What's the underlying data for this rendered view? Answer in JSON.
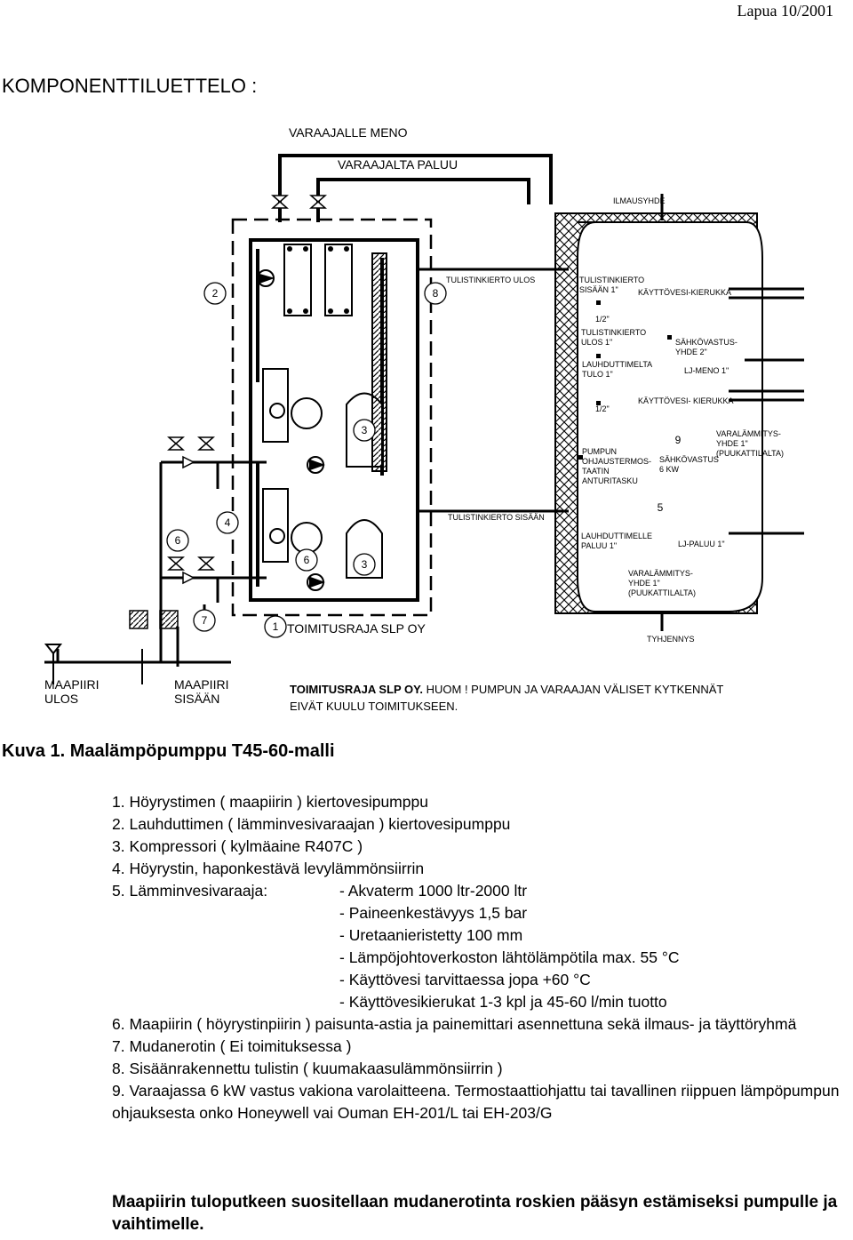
{
  "header": {
    "ref": "Lapua 10/2001"
  },
  "title": "KOMPONENTTILUETTELO :",
  "diagram": {
    "labels": {
      "varaajalle_meno": "VARAAJALLE MENO",
      "varaajalta_paluu": "VARAAJALTA PALUU",
      "ilmausyhde": "ILMAUSYHDE",
      "tulistinkierto_ulos_top": "TULISTINKIERTO ULOS",
      "tulistinkierto_sisaan_1": "TULISTINKIERTO\nSISÄÄN 1\"",
      "kayttovesi_kierukka_top": "KÄYTTÖVESI-KIERUKKA",
      "half_inch_1": "1/2\"",
      "tulistinkierto_ulos_1": "TULISTINKIERTO\nULOS 1\"",
      "sahkovastusyhde": "SÄHKÖVASTUS-\nYHDE 2\"",
      "lauhduttimelta_tulo": "LAUHDUTTIMELTA\nTULO 1\"",
      "lj_meno": "LJ-MENO 1\"",
      "kayttovesi_kierukka_mid": "KÄYTTÖVESI- KIERUKKA",
      "half_inch_2": "1/2\"",
      "varalammitysyhde_top": "VARALÄMMITYS-\nYHDE 1\"\n(PUUKATTILALTA)",
      "pumpun_ohjaus": "PUMPUN\nOHJAUSTERMOS-\nTAATIN\nANTURITASKU",
      "sahkovastus_6kw": "SÄHKÖVASTUS\n6 KW",
      "tulistinkierto_sisaan": "TULISTINKIERTO SISÄÄN",
      "lauhduttimelle_paluu": "LAUHDUTTIMELLE\nPALUU 1\"",
      "lj_paluu": "LJ-PALUU 1\"",
      "varalammitysyhde_bottom": "VARALÄMMITYS-\nYHDE 1\"\n(PUUKATTILALTA)",
      "tyhjennys": "TYHJENNYS",
      "toimitusraja": "TOIMITUSRAJA SLP OY",
      "maapiiri_ulos": "MAAPIIRI\nULOS",
      "maapiiri_sisaan": "MAAPIIRI\nSISÄÄN",
      "note_bold": "TOIMITUSRAJA SLP OY.",
      "note_rest": " HUOM ! PUMPUN JA VARAAJAN VÄLISET KYTKENNÄT\nEIVÄT KUULU TOIMITUKSEEN."
    },
    "numbers": {
      "n2": "2",
      "n8": "8",
      "n3a": "3",
      "n9": "9",
      "n4": "4",
      "n6a": "6",
      "n6b": "6",
      "n3b": "3",
      "n5": "5",
      "n7": "7",
      "n1": "1"
    }
  },
  "figure_caption": "Kuva 1. Maalämpöpumppu T45-60-malli",
  "components": {
    "c1": "1. Höyrystimen ( maapiirin ) kiertovesipumppu",
    "c2": "2. Lauhduttimen ( lämminvesivaraajan ) kiertovesipumppu",
    "c3": "3. Kompressori ( kylmäaine R407C )",
    "c4": "4. Höyrystin, haponkestävä levylämmönsiirrin",
    "c5_label": "5. Lämminvesivaraaja:",
    "c5_details": [
      "- Akvaterm 1000 ltr-2000 ltr",
      "- Paineenkestävyys 1,5 bar",
      "- Uretaanieristetty 100 mm",
      "- Lämpöjohtoverkoston lähtölämpötila max. 55 °C",
      "- Käyttövesi tarvittaessa jopa +60 °C",
      "- Käyttövesikierukat 1-3 kpl ja 45-60 l/min tuotto"
    ],
    "c6": "6. Maapiirin ( höyrystinpiirin ) paisunta-astia ja painemittari asennettuna sekä ilmaus- ja täyttöryhmä",
    "c7": "7. Mudanerotin ( Ei toimituksessa )",
    "c8": "8. Sisäänrakennettu tulistin ( kuumakaasulämmönsiirrin )",
    "c9": "9. Varaajassa 6 kW vastus vakiona varolaitteena. Termostaattiohjattu tai tavallinen riippuen lämpöpumpun ohjauksesta onko Honeywell vai Ouman EH-201/L tai EH-203/G"
  },
  "note_bottom": "Maapiirin tuloputkeen suositellaan mudanerotinta roskien pääsyn estämiseksi pumpulle ja vaihtimelle."
}
